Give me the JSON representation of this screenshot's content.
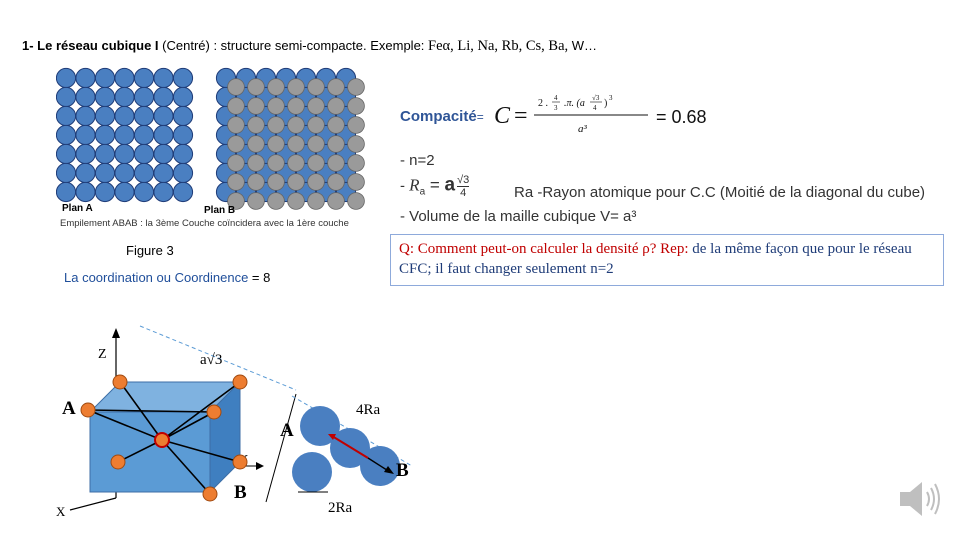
{
  "title": {
    "part1": "1- Le réseau cubique I",
    "part2": " (Centré) : structure semi-compacte.  Exemple: ",
    "elements": "Feα, Li, Na, Rb, Cs, Ba,",
    "part3": " W…"
  },
  "figure": {
    "plan_a": "Plan A",
    "plan_b": "Plan B",
    "stacking_note": "Empilement ABAB : la 3ème Couche coïncidera avec la 1ère couche",
    "caption": "Figure 3",
    "coord_prefix": "La coordination ou ",
    "coord_term": "Coordinence",
    "coord_value": " = 8"
  },
  "formula": {
    "label": "Compacité",
    "eq_sign": "=",
    "result": "= 0.68",
    "n_line": "- n=2",
    "ra_desc": "Ra -Rayon atomique pour C.C (Moitié de la diagonal du cube)",
    "volume_line": "- Volume de la maille cubique V= a³"
  },
  "question": {
    "q_label": "Q:",
    "q_text": " Comment peut-on calculer la densité ρ? ",
    "rep_label": "Rep:",
    "rep_text": " de la même façon que pour le réseau CFC; il faut changer seulement n=2"
  },
  "cube": {
    "z": "Z",
    "y": "Y",
    "x": "X",
    "a": "A",
    "b": "B",
    "diag": "a√3"
  },
  "spheres": {
    "top": "4Ra",
    "a": "A",
    "b": "B",
    "bottom": "2Ra"
  },
  "colors": {
    "atom_blue": "#4a7fc1",
    "atom_orange": "#ed7d31",
    "cube_face": "#5b9bd5",
    "accent": "#2f5597"
  }
}
